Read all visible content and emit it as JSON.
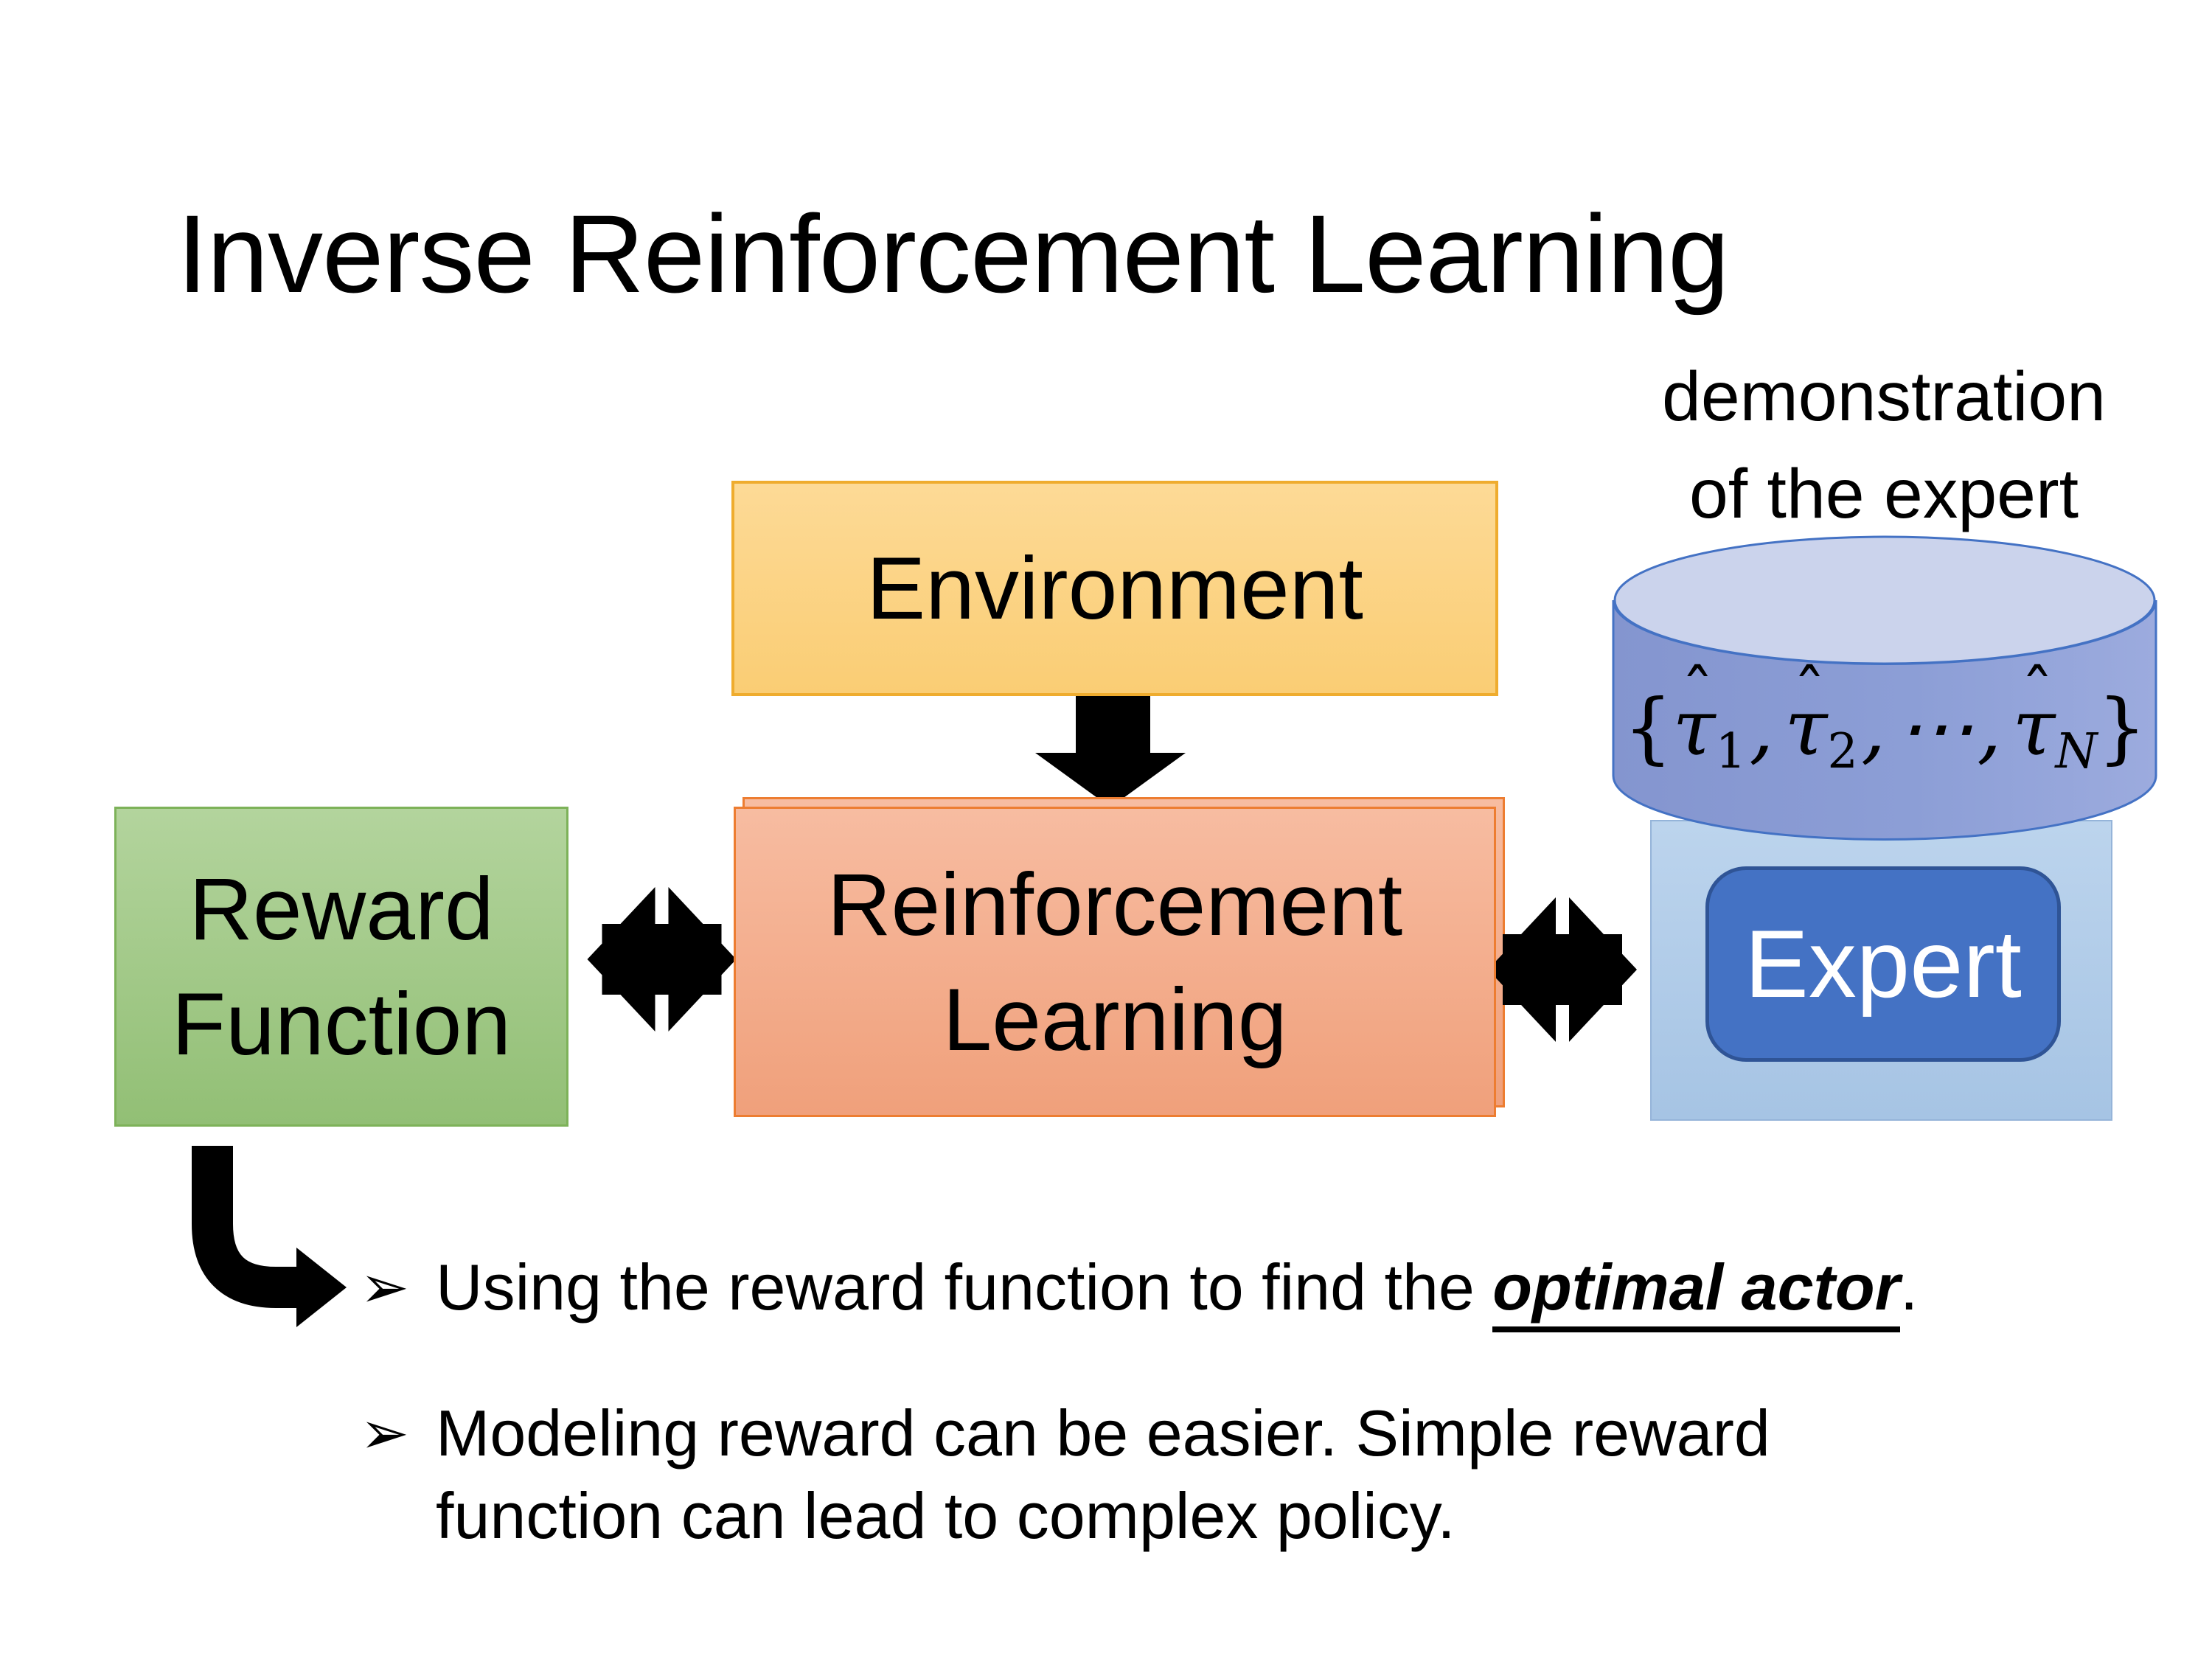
{
  "title": "Inverse Reinforcement Learning",
  "caption": {
    "line1": "demonstration",
    "line2": "of the expert"
  },
  "boxes": {
    "environment": {
      "label": "Environment"
    },
    "reward_function": {
      "label": "Reward\nFunction"
    },
    "reinforcement_learning": {
      "label": "Reinforcement\nLearning"
    },
    "expert": {
      "label": "Expert"
    }
  },
  "formula": {
    "open": "{",
    "tau": "τ",
    "hat": "ˆ",
    "sub_1": "1",
    "sub_2": "2",
    "separator": ",",
    "dots": "⋯",
    "sub_n": "N",
    "close": "}"
  },
  "bullets": {
    "glyph": "➢",
    "item1": {
      "prefix": "Using the reward function to find the ",
      "emphasis": "optimal actor",
      "suffix": "."
    },
    "item2": {
      "text": "Modeling reward can be easier. Simple reward function can lead to complex policy."
    }
  },
  "colors": {
    "environment_fill_top": "#FDDA96",
    "environment_fill_bottom": "#FACD74",
    "environment_border": "#EFAC2E",
    "reward_fill_top": "#B3D49D",
    "reward_fill_bottom": "#92BF75",
    "reward_border": "#7DB259",
    "rl_fill_top": "#F7BCA1",
    "rl_fill_bottom": "#F0A07B",
    "rl_border": "#ED7D31",
    "expert_container_fill_top": "#BCD4ED",
    "expert_container_fill_bottom": "#A6C4E4",
    "expert_container_border": "#95B4D9",
    "expert_fill": "#4472C4",
    "expert_border": "#2F5496",
    "expert_text": "#FFFFFF",
    "cylinder_body_left": "#8495CF",
    "cylinder_body_right": "#9CABDE",
    "cylinder_top_fill": "#CBD3EC",
    "cylinder_border": "#4472C4",
    "arrow": "#000000",
    "text": "#000000"
  }
}
